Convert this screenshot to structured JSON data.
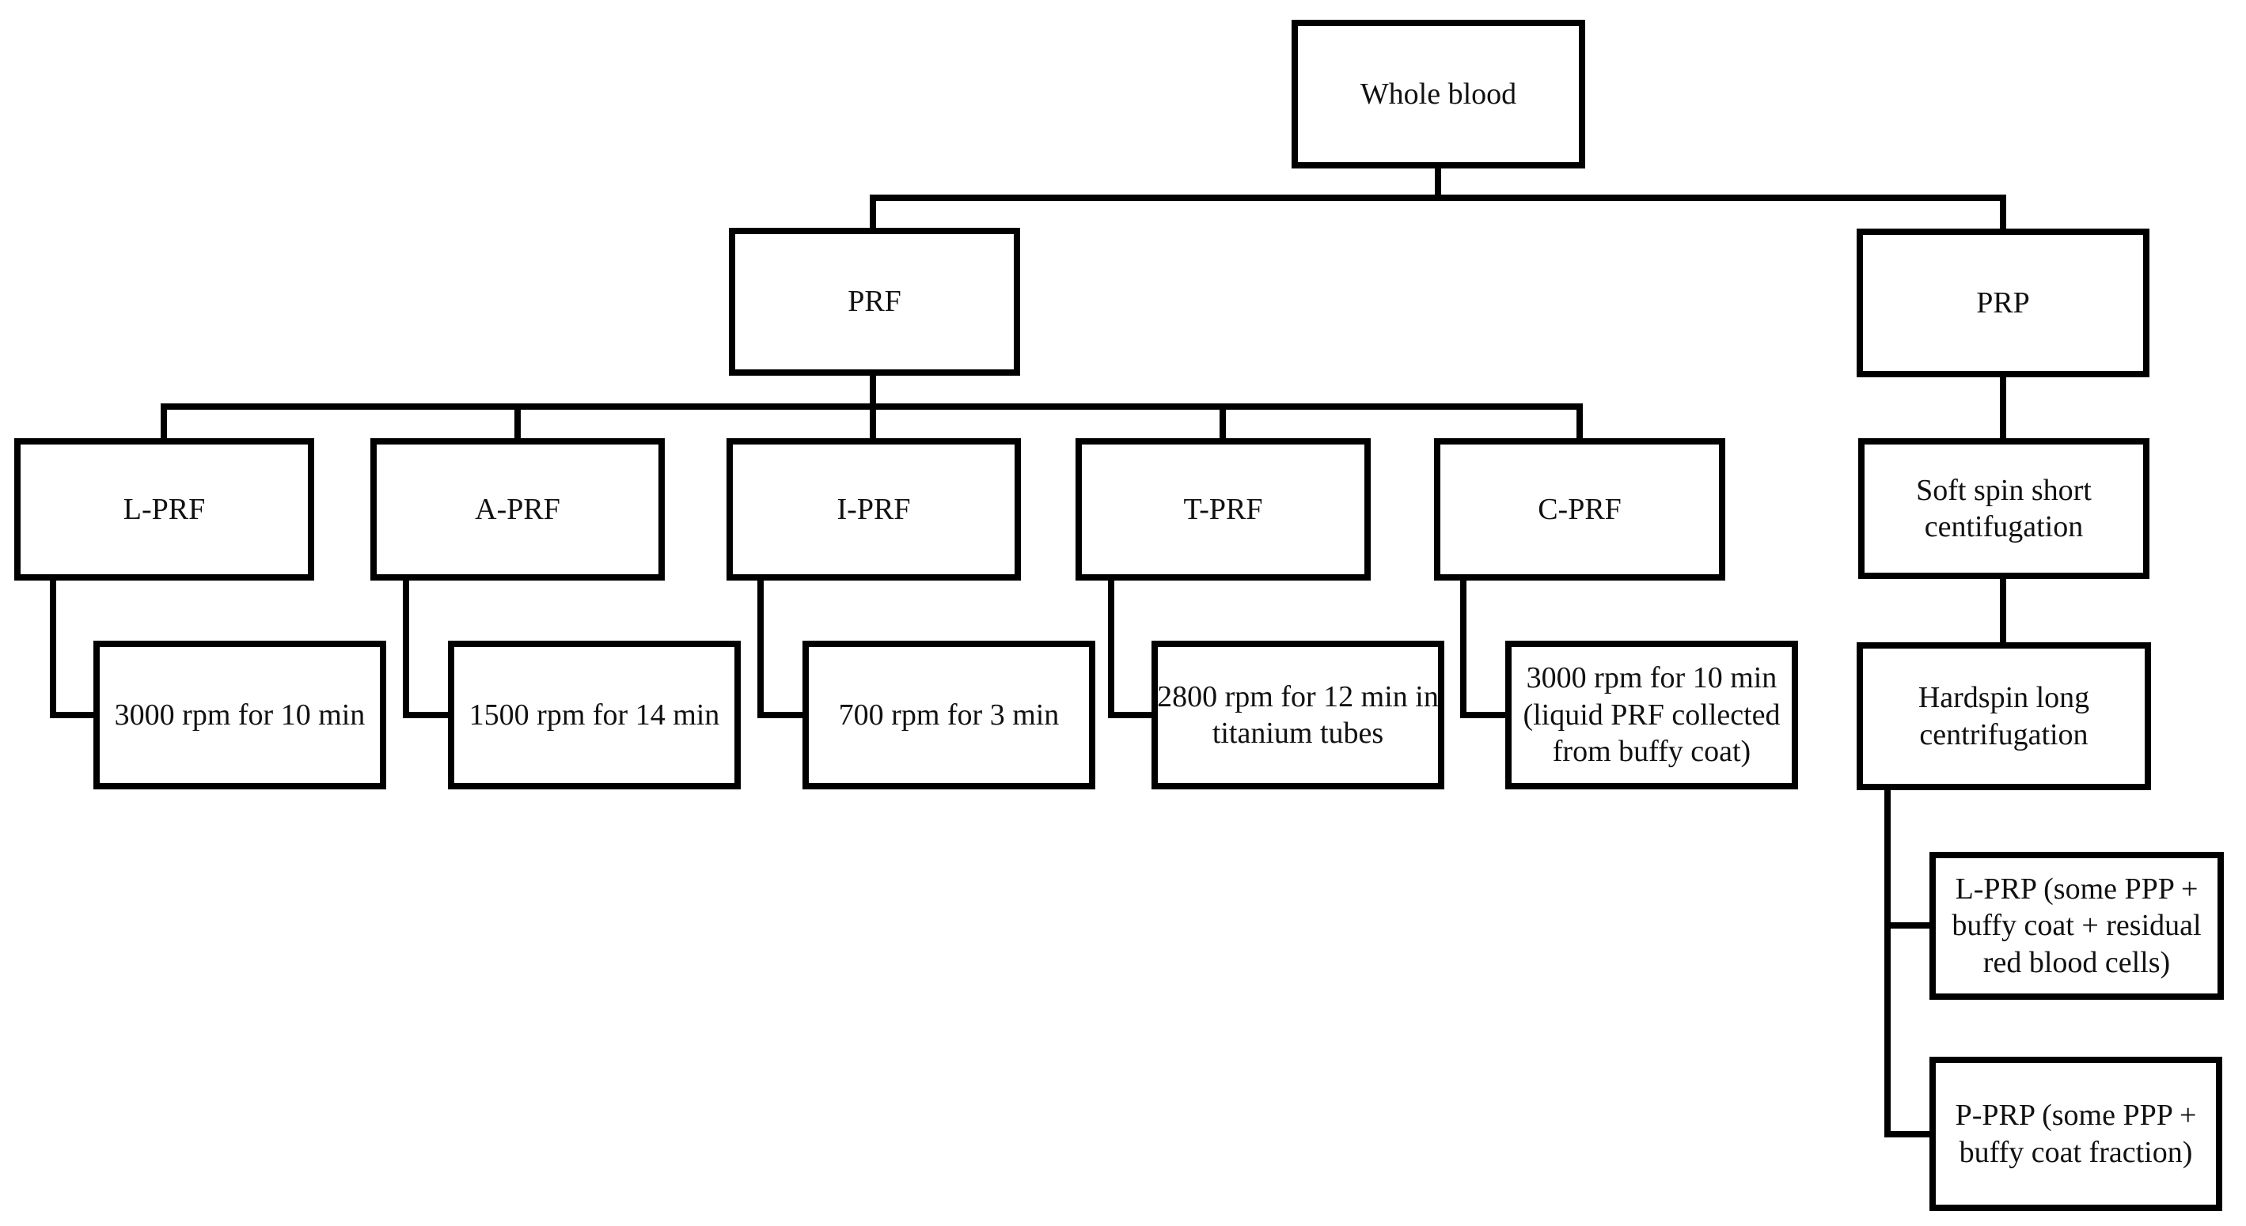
{
  "diagram": {
    "type": "flowchart",
    "colors": {
      "line": "#000000",
      "background": "#ffffff",
      "text": "#111111"
    },
    "nodes": {
      "whole_blood": {
        "label": "Whole blood"
      },
      "prf": {
        "label": "PRF"
      },
      "prp": {
        "label": "PRP"
      },
      "l_prf": {
        "label": "L-PRF"
      },
      "a_prf": {
        "label": "A-PRF"
      },
      "i_prf": {
        "label": "I-PRF"
      },
      "t_prf": {
        "label": "T-PRF"
      },
      "c_prf": {
        "label": "C-PRF"
      },
      "l_prf_detail": {
        "label": "3000 rpm for 10 min"
      },
      "a_prf_detail": {
        "label": "1500 rpm for 14 min"
      },
      "i_prf_detail": {
        "label": "700 rpm for 3 min"
      },
      "t_prf_detail": {
        "label": "2800 rpm for 12 min in\ntitanium tubes"
      },
      "c_prf_detail": {
        "label": "3000 rpm for 10 min\n(liquid PRF collected\nfrom buffy coat)"
      },
      "soft_spin": {
        "label": "Soft spin short\ncentifugation"
      },
      "hardspin": {
        "label": "Hardspin long\ncentrifugation"
      },
      "l_prp": {
        "label": "L-PRP (some PPP +\nbuffy coat + residual\nred blood cells)"
      },
      "p_prp": {
        "label": "P-PRP (some PPP +\nbuffy coat fraction)"
      }
    },
    "edges": [
      {
        "from": "whole_blood",
        "to": "prf"
      },
      {
        "from": "whole_blood",
        "to": "prp"
      },
      {
        "from": "prf",
        "to": "l_prf"
      },
      {
        "from": "prf",
        "to": "a_prf"
      },
      {
        "from": "prf",
        "to": "i_prf"
      },
      {
        "from": "prf",
        "to": "t_prf"
      },
      {
        "from": "prf",
        "to": "c_prf"
      },
      {
        "from": "l_prf",
        "to": "l_prf_detail"
      },
      {
        "from": "a_prf",
        "to": "a_prf_detail"
      },
      {
        "from": "i_prf",
        "to": "i_prf_detail"
      },
      {
        "from": "t_prf",
        "to": "t_prf_detail"
      },
      {
        "from": "c_prf",
        "to": "c_prf_detail"
      },
      {
        "from": "prp",
        "to": "soft_spin"
      },
      {
        "from": "soft_spin",
        "to": "hardspin"
      },
      {
        "from": "hardspin",
        "to": "l_prp"
      },
      {
        "from": "hardspin",
        "to": "p_prp"
      }
    ]
  }
}
